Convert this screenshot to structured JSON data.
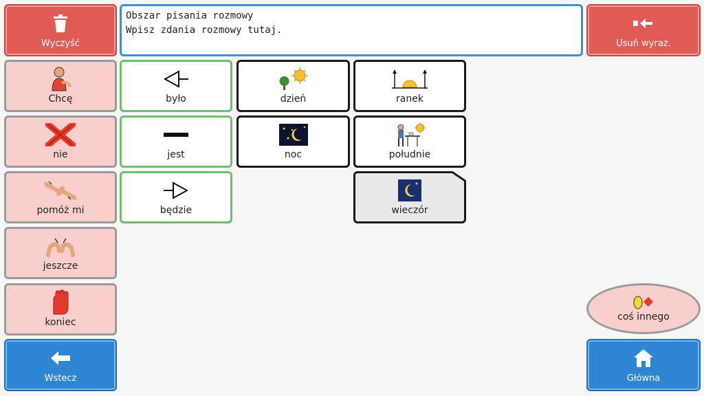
{
  "message_area": {
    "title": "Obszar pisania rozmowy",
    "placeholder": "Wpisz zdania rozmowy tutaj."
  },
  "controls": {
    "clear_label": "Wyczyść",
    "delete_word_label": "Usuń wyraz.",
    "back_label": "Wstecz",
    "home_label": "Główna",
    "something_else_label": "coś innego"
  },
  "core_words": [
    {
      "label": "Chcę",
      "icon": "person-want-icon"
    },
    {
      "label": "nie",
      "icon": "red-x-icon"
    },
    {
      "label": "pomóż mi",
      "icon": "help-hands-icon"
    },
    {
      "label": "jeszcze",
      "icon": "more-hands-icon"
    },
    {
      "label": "koniec",
      "icon": "stop-hand-icon"
    }
  ],
  "tenses": [
    {
      "label": "było",
      "icon": "past-arrow-icon"
    },
    {
      "label": "jest",
      "icon": "present-line-icon"
    },
    {
      "label": "będzie",
      "icon": "future-arrow-icon"
    }
  ],
  "times_of_day": [
    {
      "label": "dzień",
      "icon": "tree-sun-icon"
    },
    {
      "label": "ranek",
      "icon": "sunrise-icon"
    },
    {
      "label": "noc",
      "icon": "night-sky-icon"
    },
    {
      "label": "południe",
      "icon": "person-table-sun-icon"
    },
    {
      "label": "wieczór",
      "icon": "moon-evening-icon"
    }
  ],
  "colors": {
    "control_red": "#e05a56",
    "control_blue": "#2e86d2",
    "pink_cell": "#f8cfcd",
    "green_border": "#6cc06a",
    "message_border": "#3b8fd6"
  }
}
